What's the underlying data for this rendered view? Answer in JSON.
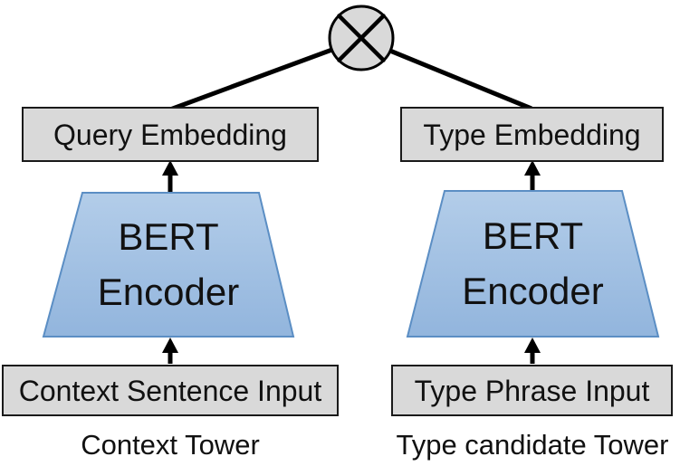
{
  "diagram": {
    "icons": {
      "combiner": "circle-cross"
    },
    "left_tower": {
      "embedding_label": "Query Embedding",
      "encoder_line1": "BERT",
      "encoder_line2": "Encoder",
      "input_label": "Context Sentence Input",
      "tower_label": "Context Tower"
    },
    "right_tower": {
      "embedding_label": "Type Embedding",
      "encoder_line1": "BERT",
      "encoder_line2": "Encoder",
      "input_label": "Type Phrase Input",
      "tower_label": "Type candidate Tower"
    },
    "colors": {
      "line_color": "#000000",
      "node_fill": "#d9d9d9",
      "box_fill": "#d9d9d9",
      "box_border": "#1a1a1a",
      "encoder_fill_top": "#b3cde9",
      "encoder_fill_bottom": "#92b5dd",
      "encoder_border": "#5b8ec4",
      "text_color": "#111111"
    }
  }
}
